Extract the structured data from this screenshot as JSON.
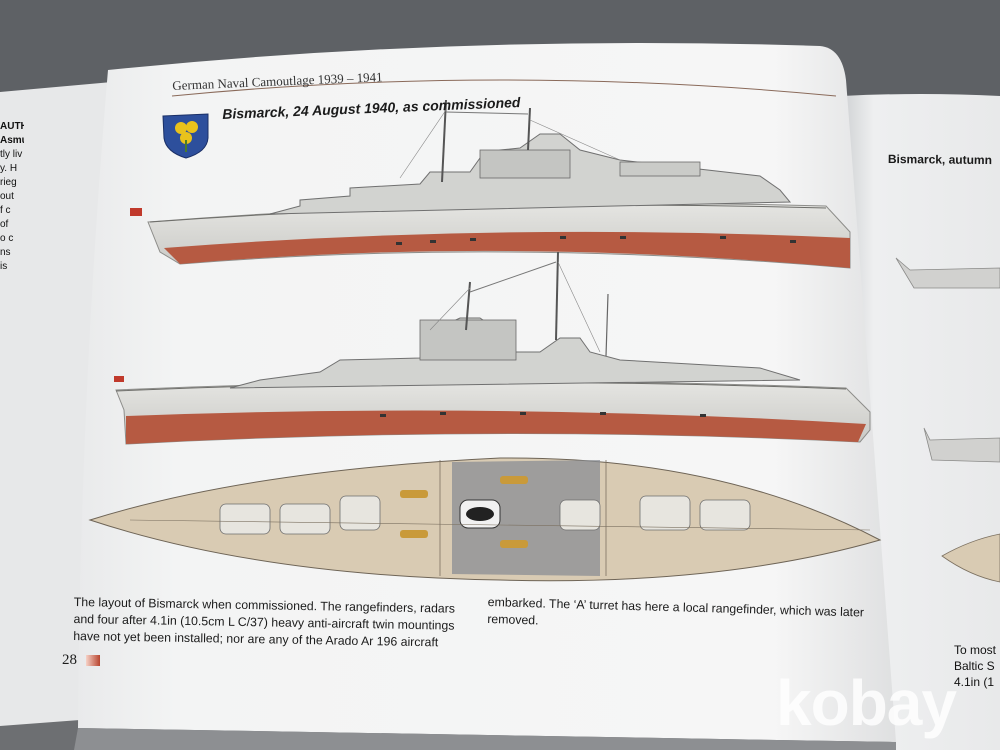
{
  "book": {
    "running_header": "German Naval Camoutlage 1939 – 1941",
    "plate_title": "Bismarck, 24 August 1940, as commissioned",
    "right_page_title": "Bismarck, autumn",
    "page_number": "28",
    "caption_left": [
      "The layout of Bismarck when commissioned. The rangefinders, radars",
      "and four after 4.1in (10.5cm L C/37) heavy anti-aircraft twin mountings",
      "have not yet been installed; nor are any of the Arado Ar 196 aircraft"
    ],
    "caption_right": [
      "embarked. The ‘A’ turret has here a local rangefinder, which was later",
      "removed."
    ],
    "left_page_fragment": [
      "AUTHO",
      "Asmu",
      "tly liv",
      "y. H",
      "rieg",
      "out",
      "f c",
      "of",
      "o c",
      "ns",
      "is"
    ],
    "right_page_fragment": [
      "To most",
      "Baltic S",
      "4.1in (1"
    ]
  },
  "watermark": "kobay",
  "colors": {
    "hull_grey": "#d6d6d2",
    "boot_red": "#b65a42",
    "deck_wood": "#d9cbb3",
    "crest_blue": "#2d4f9c",
    "crest_yellow": "#e9c21c"
  }
}
